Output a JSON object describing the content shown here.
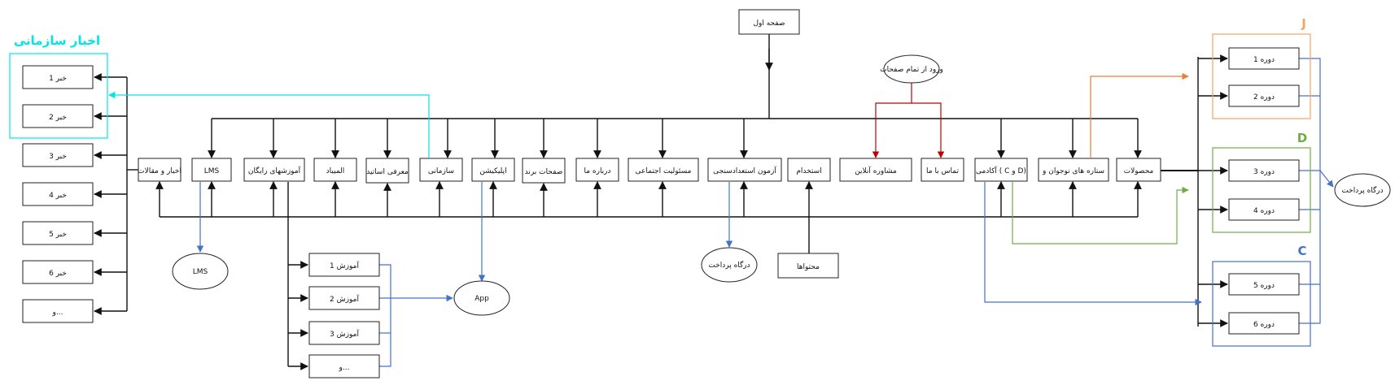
{
  "colors": {
    "line": "#111111",
    "news_group": "#00e5e5",
    "group_j": "#f4a460",
    "group_d": "#70ad47",
    "group_c": "#4472c4",
    "link_blue": "#4472c4",
    "link_red": "#c00000",
    "link_orange": "#ed7d31",
    "link_green": "#70ad47"
  },
  "home": "صفحه اول",
  "news": {
    "title": "اخبار سازمانی",
    "items": [
      "خبر 1",
      "خبر 2",
      "خبر 3",
      "خبر 4",
      "خبر 5",
      "خبر 6",
      "و..."
    ]
  },
  "sections": {
    "news_articles": "اخبار و مقالات",
    "lms": "LMS",
    "free_training": "آموزشهای رایگان",
    "mibad": "المیباد",
    "teachers": "معرفی اساتید",
    "organizational": "سازمانی",
    "application": "اپلیکیشن",
    "brand_pages": "صفحات برند",
    "about": "درباره ما",
    "csr": "مسئولیت اجتماعی",
    "talent_test": "آزمون استعدادسنجی",
    "employment": "استخدام",
    "online_consult": "مشاوره آنلاین",
    "contact": "تماس با ما",
    "academy": "آکادمی ( C و D)",
    "stars": "ستاره های نوجوان و",
    "products": "محصولات"
  },
  "all_pages": "ورود از تمام صفحات",
  "lms_node": "LMS",
  "trainings": [
    "آموزش 1",
    "آموزش 2",
    "آموزش 3",
    "و..."
  ],
  "app_node": "App",
  "payment": "درگاه پرداخت",
  "contents": "محتوا‌ها",
  "courses": {
    "j": {
      "label": "J",
      "items": [
        "دوره 1",
        "دوره 2"
      ]
    },
    "d": {
      "label": "D",
      "items": [
        "دوره 3",
        "دوره 4"
      ]
    },
    "c": {
      "label": "C",
      "items": [
        "دوره 5",
        "دوره 6"
      ]
    }
  },
  "payment_right": "درگاه پرداخت"
}
